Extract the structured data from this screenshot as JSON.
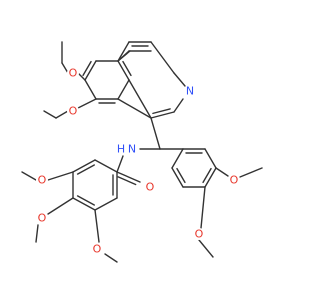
{
  "colors": {
    "bond": "#333333",
    "oxygen": "#e8372c",
    "nitrogen": "#3050f8",
    "background": "#ffffff"
  },
  "atoms": {
    "o1": "O",
    "o2": "O",
    "n_ring": "N",
    "n_amide": "N",
    "h_amide": "H",
    "o_carbonyl": "O",
    "o3": "O",
    "o4": "O",
    "o5": "O",
    "o6": "O",
    "o7": "O"
  }
}
